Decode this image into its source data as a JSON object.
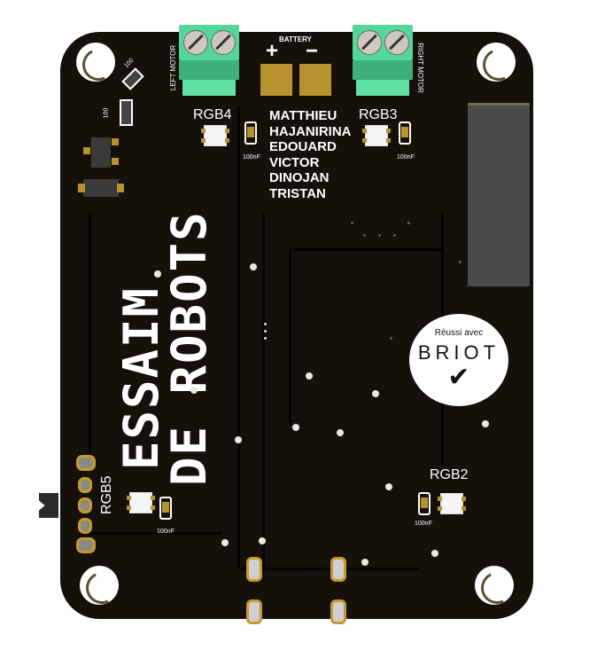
{
  "board": {
    "title_line1": "ESSAIM",
    "title_line2": "DE ROBOTS",
    "color_board": "#15100a",
    "color_pad": "#b8922e",
    "color_terminal": "#55d69a"
  },
  "connectors": {
    "left_motor_label": "LEFT MOTOR",
    "right_motor_label": "RIGHT MOTOR",
    "battery_label": "BATTERY",
    "battery_plus": "+",
    "battery_minus": "−"
  },
  "team": {
    "names": [
      "MATTHIEU",
      "HAJANIRINA",
      "EDOUARD",
      "VICTOR",
      "DINOJAN",
      "TRISTAN"
    ]
  },
  "leds": [
    {
      "label": "RGB4",
      "cap": "100nF"
    },
    {
      "label": "RGB3",
      "cap": "100nF"
    },
    {
      "label": "RGB5",
      "cap": "100nF"
    },
    {
      "label": "RGB2",
      "cap": "100nF"
    }
  ],
  "resistors": [
    {
      "label": "100"
    },
    {
      "label": "100"
    }
  ],
  "badge": {
    "line1": "Réussi avec",
    "line2": "BRIOT",
    "mark": "✔"
  }
}
